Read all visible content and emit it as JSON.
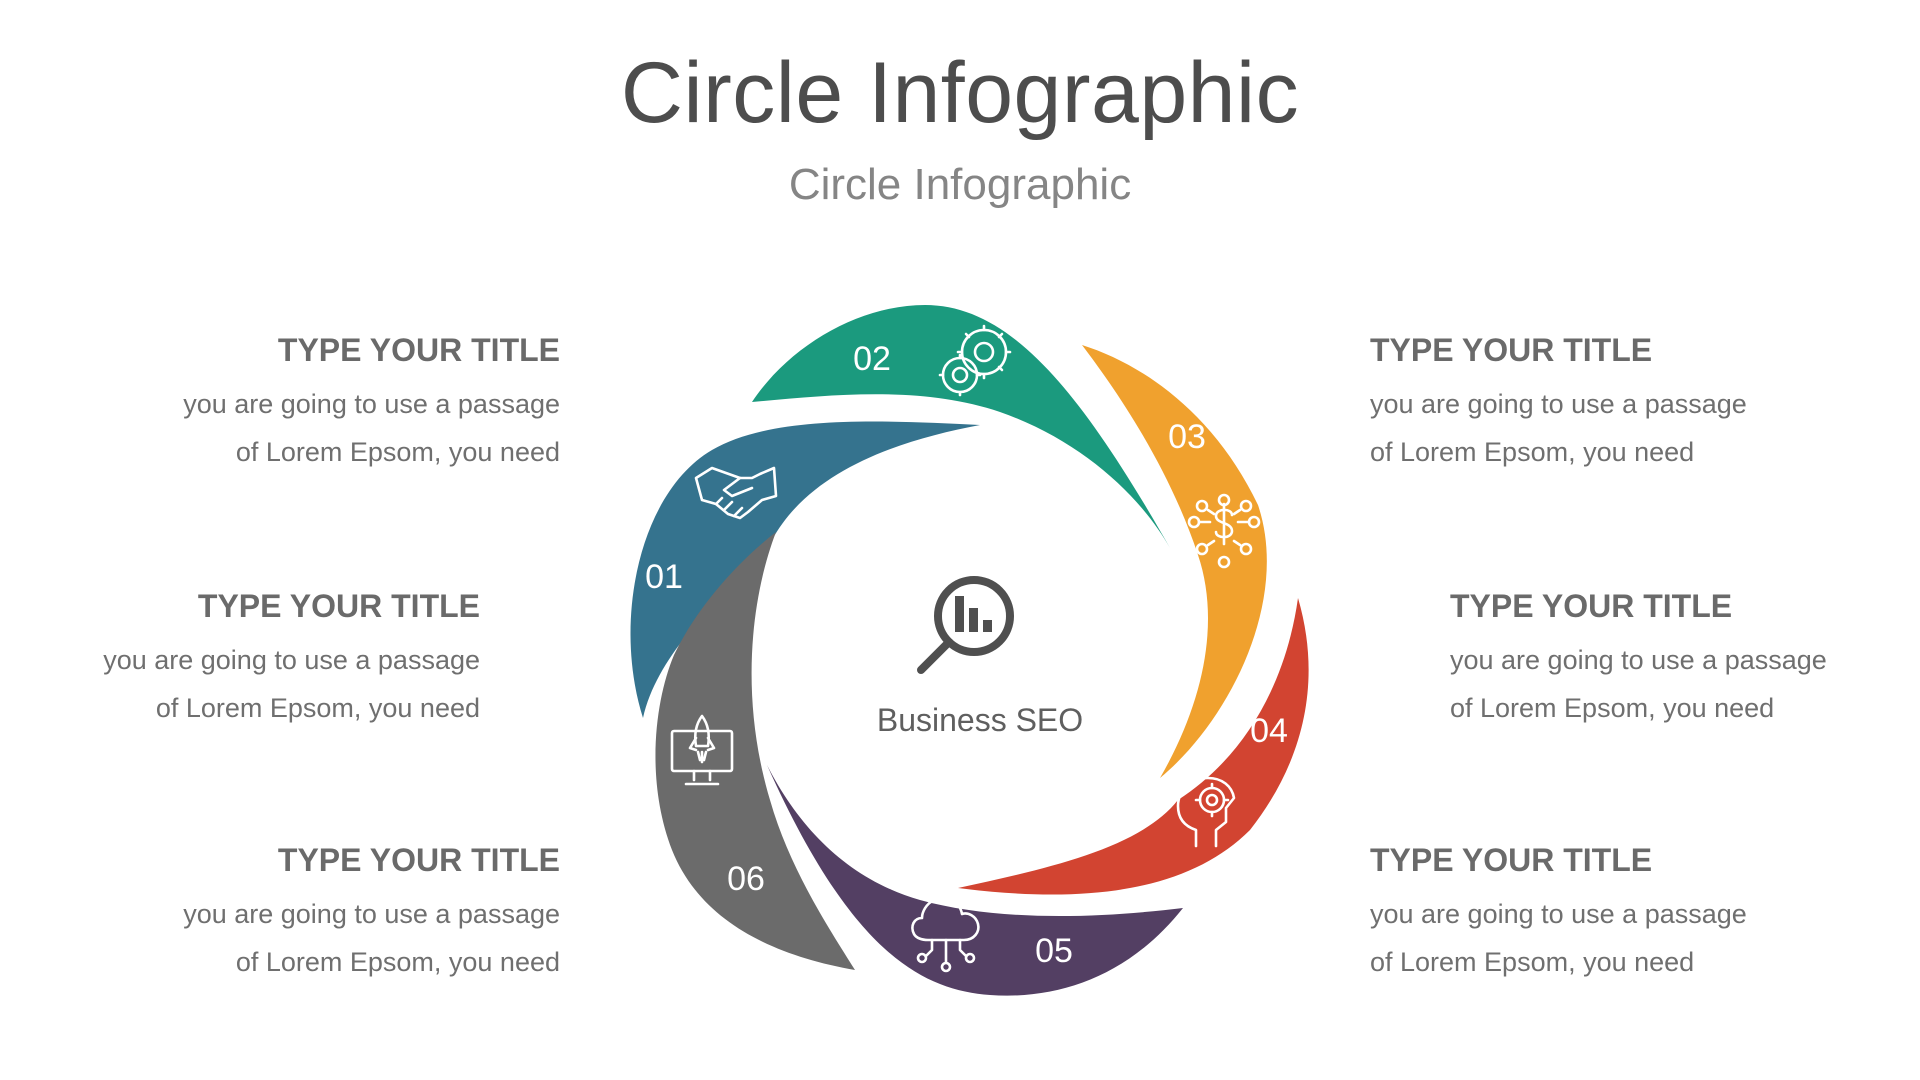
{
  "title": "Circle Infographic",
  "subtitle": "Circle Infographic",
  "center": {
    "label": "Business SEO",
    "icon": "magnifier-chart-icon"
  },
  "segments": [
    {
      "number": "01",
      "color": "#35738e",
      "icon": "handshake-icon"
    },
    {
      "number": "02",
      "color": "#1b9a7e",
      "icon": "gears-icon"
    },
    {
      "number": "03",
      "color": "#f0a12e",
      "icon": "dollar-network-icon"
    },
    {
      "number": "04",
      "color": "#d24431",
      "icon": "head-gear-icon"
    },
    {
      "number": "05",
      "color": "#533f63",
      "icon": "cloud-network-icon"
    },
    {
      "number": "06",
      "color": "#6b6b6b",
      "icon": "rocket-monitor-icon"
    }
  ],
  "blocks": [
    {
      "title": "TYPE YOUR TITLE",
      "line1": "you are going to use a passage",
      "line2": "of Lorem Epsom, you need"
    },
    {
      "title": "TYPE YOUR TITLE",
      "line1": "you are going to use a passage",
      "line2": "of Lorem Epsom, you need"
    },
    {
      "title": "TYPE YOUR TITLE",
      "line1": "you are going to use a passage",
      "line2": "of Lorem Epsom, you need"
    },
    {
      "title": "TYPE YOUR TITLE",
      "line1": "you are going to use a passage",
      "line2": "of Lorem Epsom, you need"
    },
    {
      "title": "TYPE YOUR TITLE",
      "line1": "you are going to use a passage",
      "line2": "of Lorem Epsom, you need"
    },
    {
      "title": "TYPE YOUR TITLE",
      "line1": "you are going to use a passage",
      "line2": "of Lorem Epsom, you need"
    }
  ]
}
